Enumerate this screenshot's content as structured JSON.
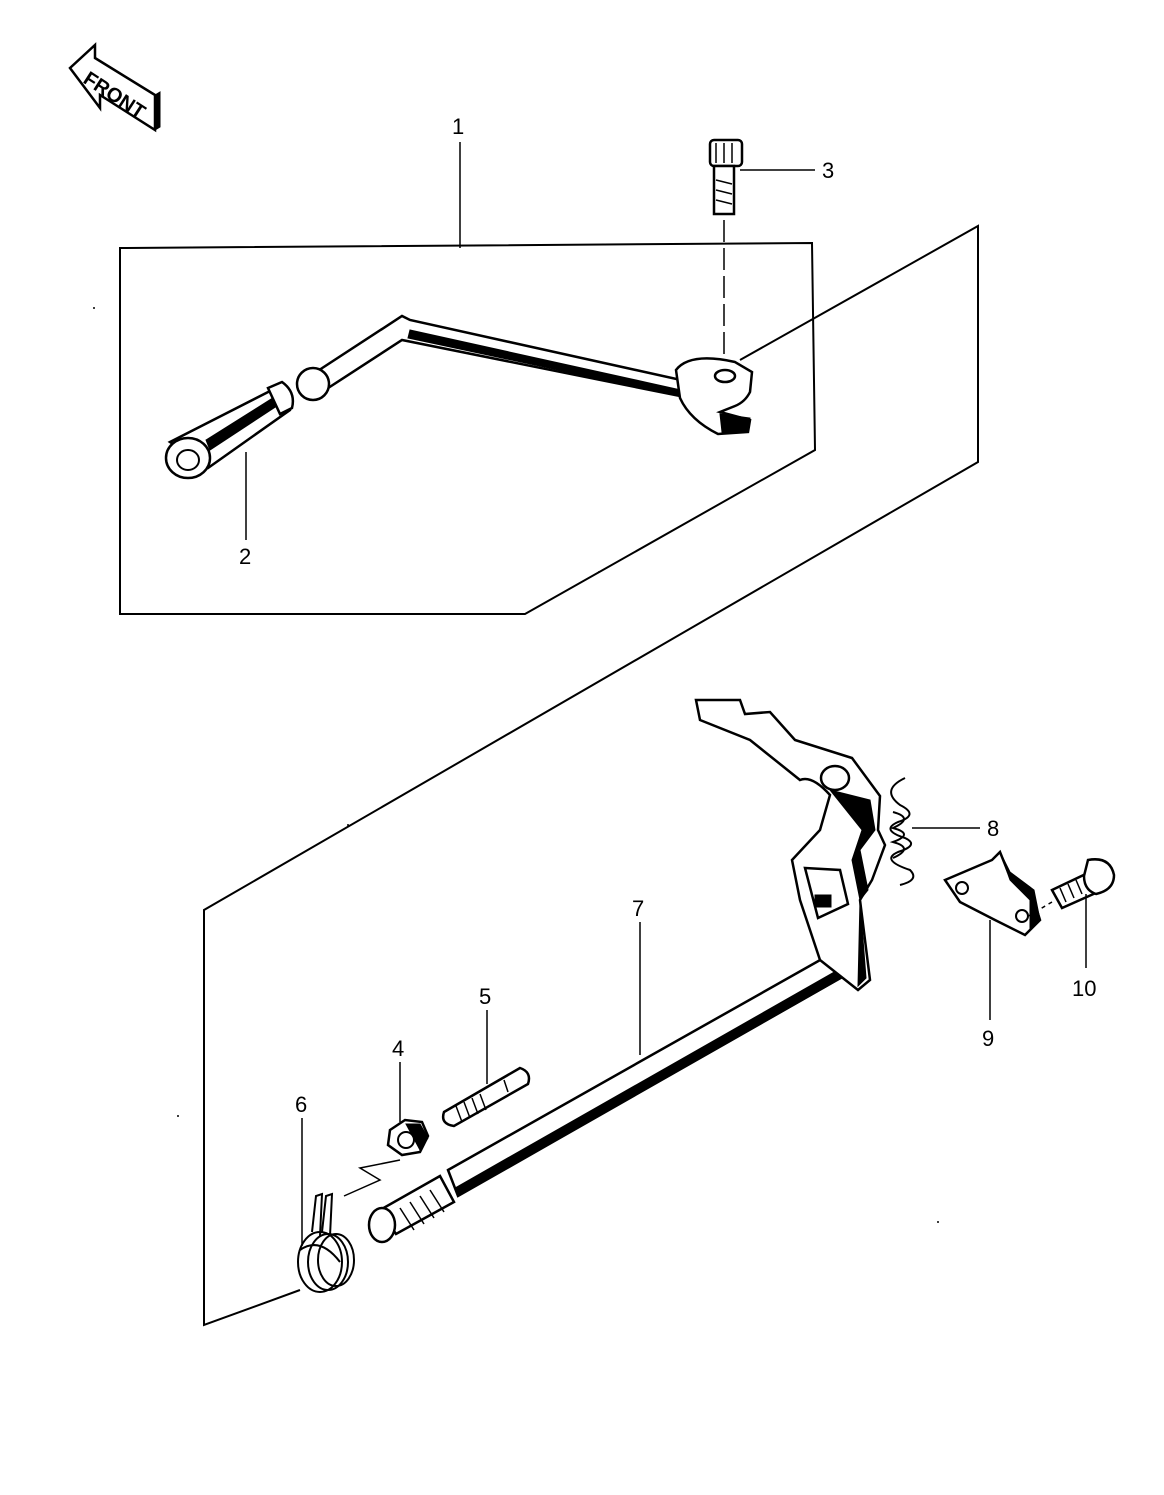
{
  "front_arrow": {
    "label": "FRONT"
  },
  "callouts": [
    {
      "id": "1",
      "text": "1"
    },
    {
      "id": "2",
      "text": "2"
    },
    {
      "id": "3",
      "text": "3"
    },
    {
      "id": "4",
      "text": "4"
    },
    {
      "id": "5",
      "text": "5"
    },
    {
      "id": "6",
      "text": "6"
    },
    {
      "id": "7",
      "text": "7"
    },
    {
      "id": "8",
      "text": "8"
    },
    {
      "id": "9",
      "text": "9"
    },
    {
      "id": "10",
      "text": "10"
    }
  ]
}
